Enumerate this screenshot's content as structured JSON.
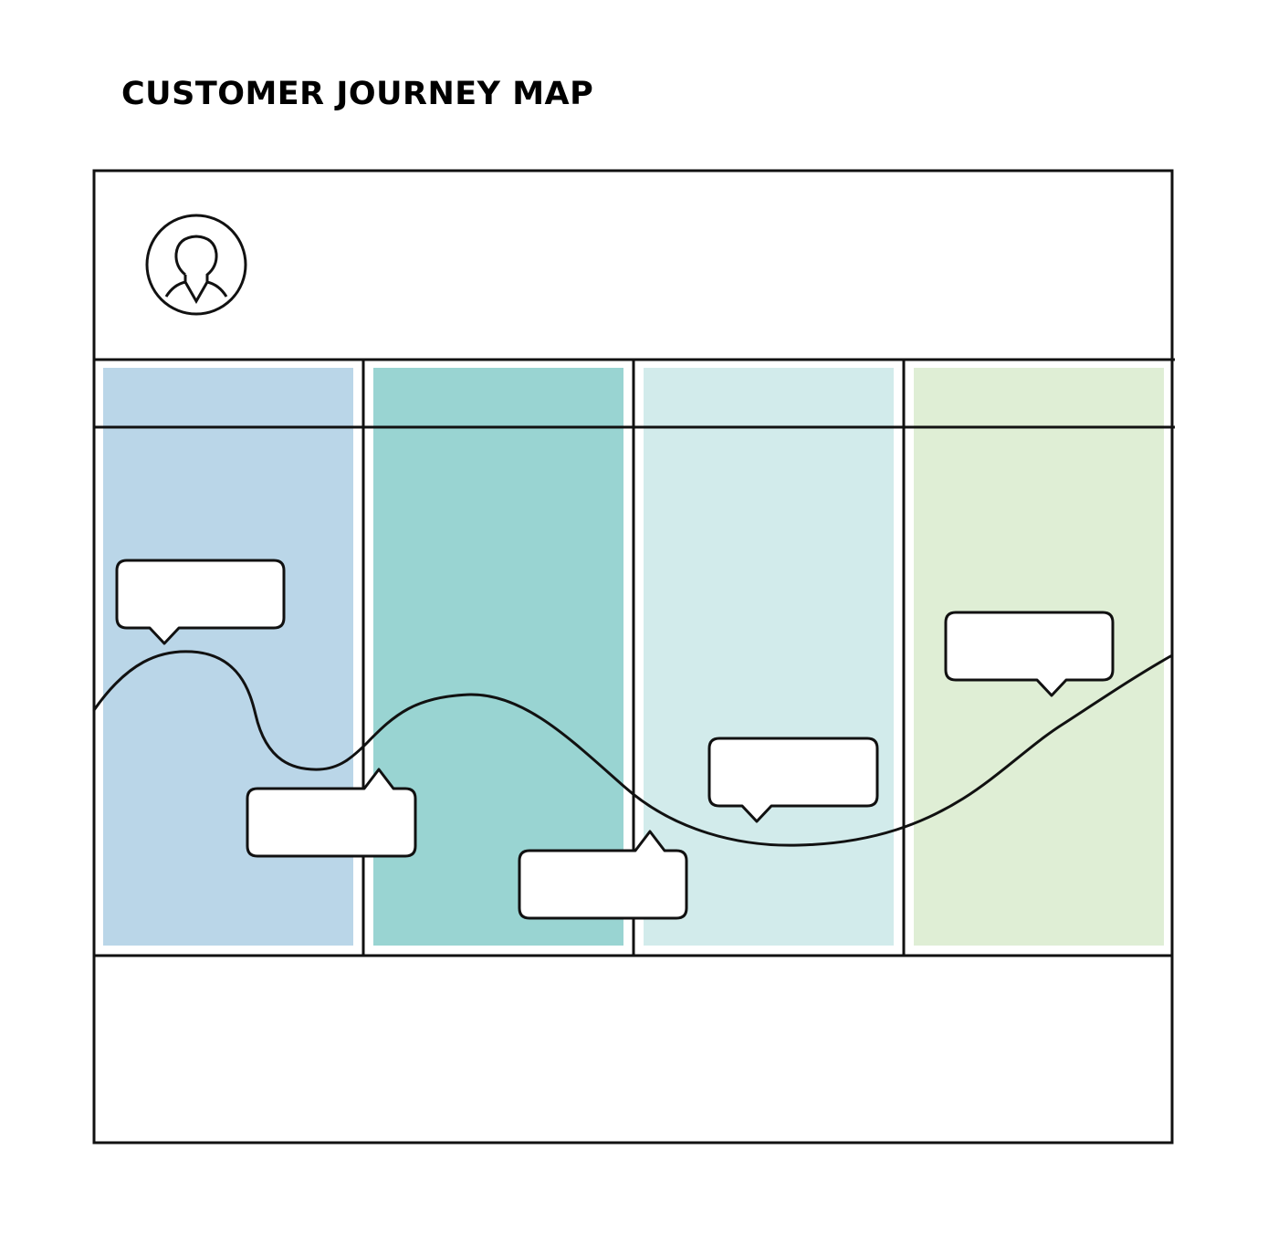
{
  "title": "CUSTOMER JOURNEY MAP",
  "persona": {
    "icon": "user-avatar-icon"
  },
  "stages": [
    {
      "id": "stage-1",
      "color": "#bad6e8"
    },
    {
      "id": "stage-2",
      "color": "#99d4d2"
    },
    {
      "id": "stage-3",
      "color": "#d2ebeb"
    },
    {
      "id": "stage-4",
      "color": "#dfeed5"
    }
  ],
  "callouts": [
    {
      "id": "callout-1",
      "text": "",
      "pointer": "down"
    },
    {
      "id": "callout-2",
      "text": "",
      "pointer": "up"
    },
    {
      "id": "callout-3",
      "text": "",
      "pointer": "up"
    },
    {
      "id": "callout-4",
      "text": "",
      "pointer": "down"
    },
    {
      "id": "callout-5",
      "text": "",
      "pointer": "down"
    }
  ],
  "colors": {
    "line": "#111111",
    "callout_fill": "#ffffff"
  }
}
